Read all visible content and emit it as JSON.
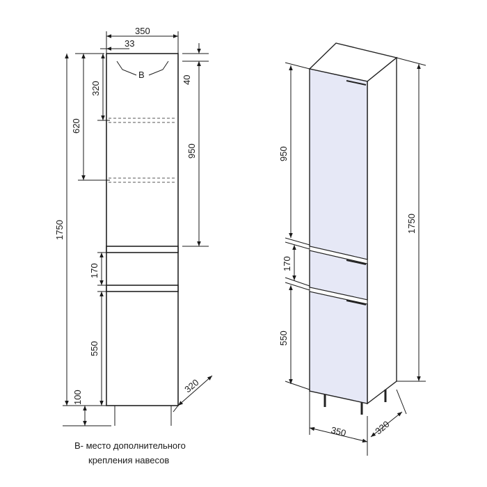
{
  "front_view": {
    "width_total": "350",
    "offset_b": "33",
    "label_b": "B",
    "top_offset": "40",
    "shelf_top": "320",
    "shelf_second": "620",
    "upper_door": "950",
    "total_height": "1750",
    "drawer": "170",
    "lower_door": "550",
    "legs": "100",
    "depth": "320"
  },
  "iso_view": {
    "upper_door": "950",
    "drawer": "170",
    "lower_door": "550",
    "total_height": "1750",
    "width": "350",
    "depth": "320"
  },
  "notes": {
    "line1": "В- место дополнительного",
    "line2": "крепления навесов"
  },
  "colors": {
    "door_fill": "#e6e8f6",
    "side_fill": "#ffffff",
    "line": "#1a1a1a"
  }
}
